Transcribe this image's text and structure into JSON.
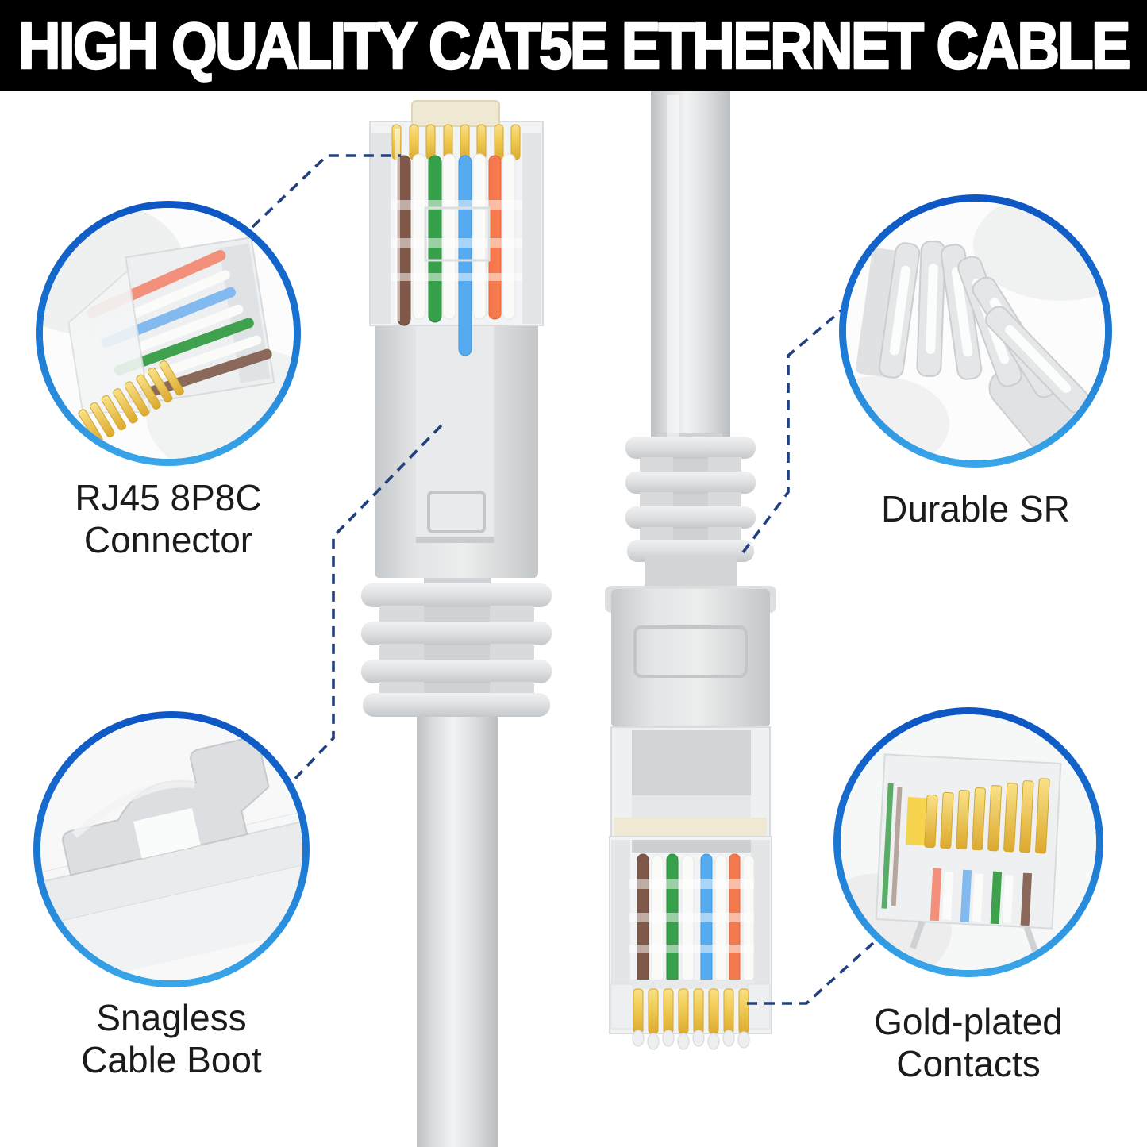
{
  "banner": {
    "title": "HIGH QUALITY CAT5E ETHERNET CABLE"
  },
  "callouts": {
    "rj45": {
      "line1": "RJ45 8P8C",
      "line2": "Connector"
    },
    "durable_sr": {
      "line1": "Durable SR",
      "line2": ""
    },
    "snagless": {
      "line1": "Snagless",
      "line2": "Cable Boot"
    },
    "gold": {
      "line1": "Gold-plated",
      "line2": "Contacts"
    }
  },
  "colors": {
    "banner_bg": "#000000",
    "banner_text": "#ffffff",
    "ring_blue_top": "#0d55c3",
    "ring_blue_bottom": "#3aa7e9",
    "leader_dash": "#20407f",
    "label_text": "#1b1b1b",
    "cable_gray": "#d8dadc",
    "gold_contact": "#f1cd58",
    "wire_brown": "#7f584a",
    "wire_green": "#36a04a",
    "wire_blue": "#55aaf0",
    "wire_orange": "#f47a4d",
    "wire_salmon": "#f2907b"
  }
}
